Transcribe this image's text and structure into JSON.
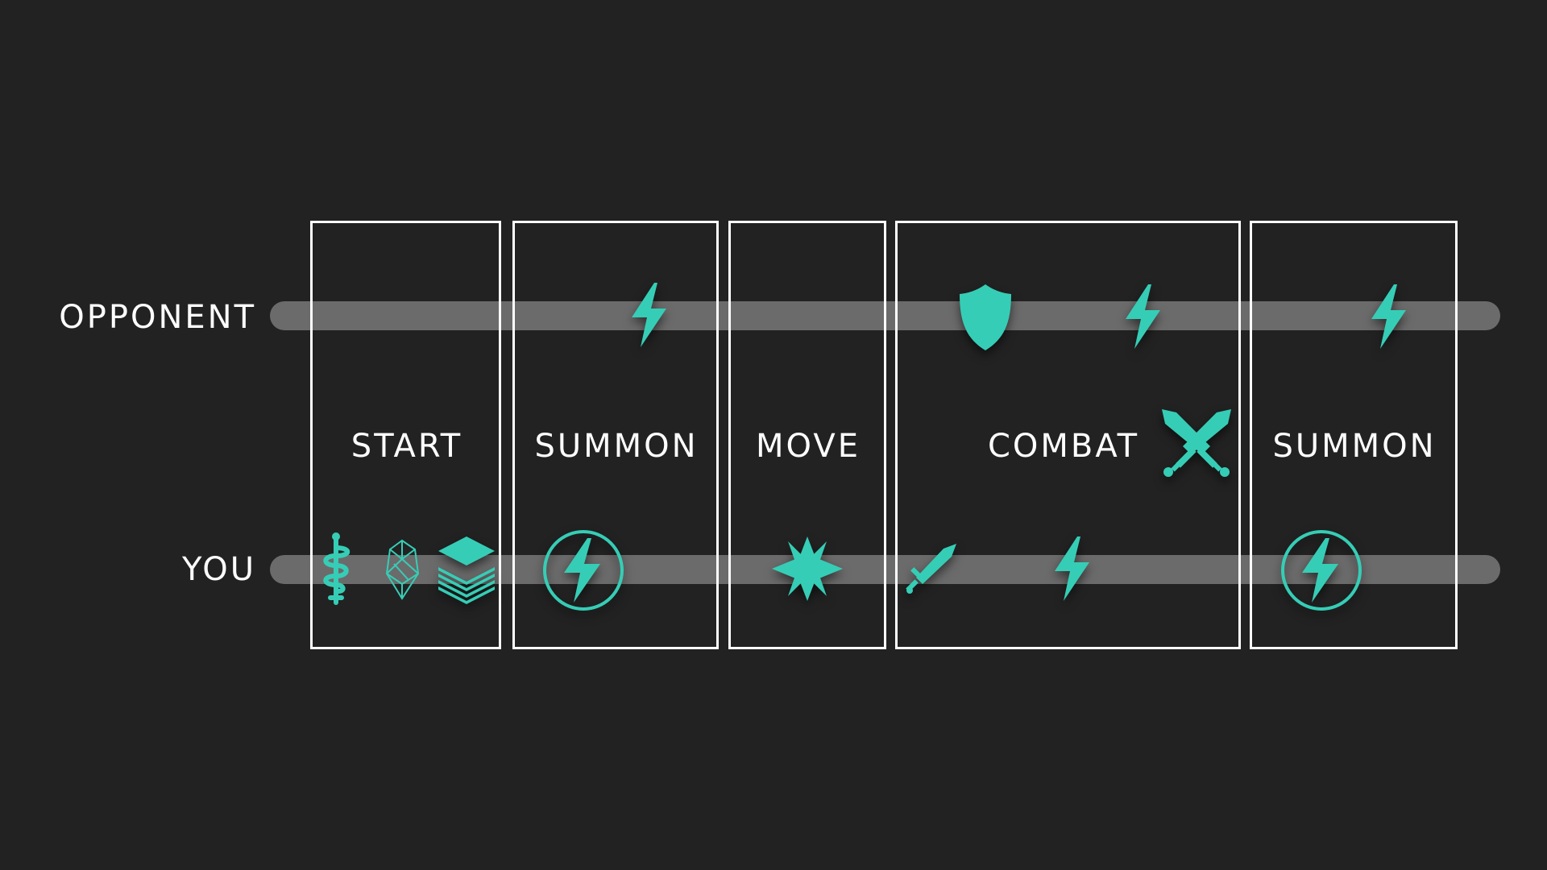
{
  "colors": {
    "background": "#222222",
    "accent": "#36cdb6",
    "track": "#6b6b6b",
    "text": "#ffffff",
    "frame": "#ffffff"
  },
  "rows": {
    "opponent": "OPPONENT",
    "you": "YOU"
  },
  "phases": [
    {
      "label": "START"
    },
    {
      "label": "SUMMON"
    },
    {
      "label": "MOVE"
    },
    {
      "label": "COMBAT"
    },
    {
      "label": "SUMMON"
    }
  ],
  "icons": {
    "opponent": [
      "lightning-icon",
      "shield-icon",
      "lightning-icon",
      "lightning-icon"
    ],
    "phase": [
      "crossed-swords-icon"
    ],
    "you": [
      "caduceus-icon",
      "crystal-icon",
      "card-stack-icon",
      "lightning-circle-icon",
      "star-burst-icon",
      "sword-icon",
      "lightning-icon",
      "lightning-circle-icon"
    ]
  }
}
